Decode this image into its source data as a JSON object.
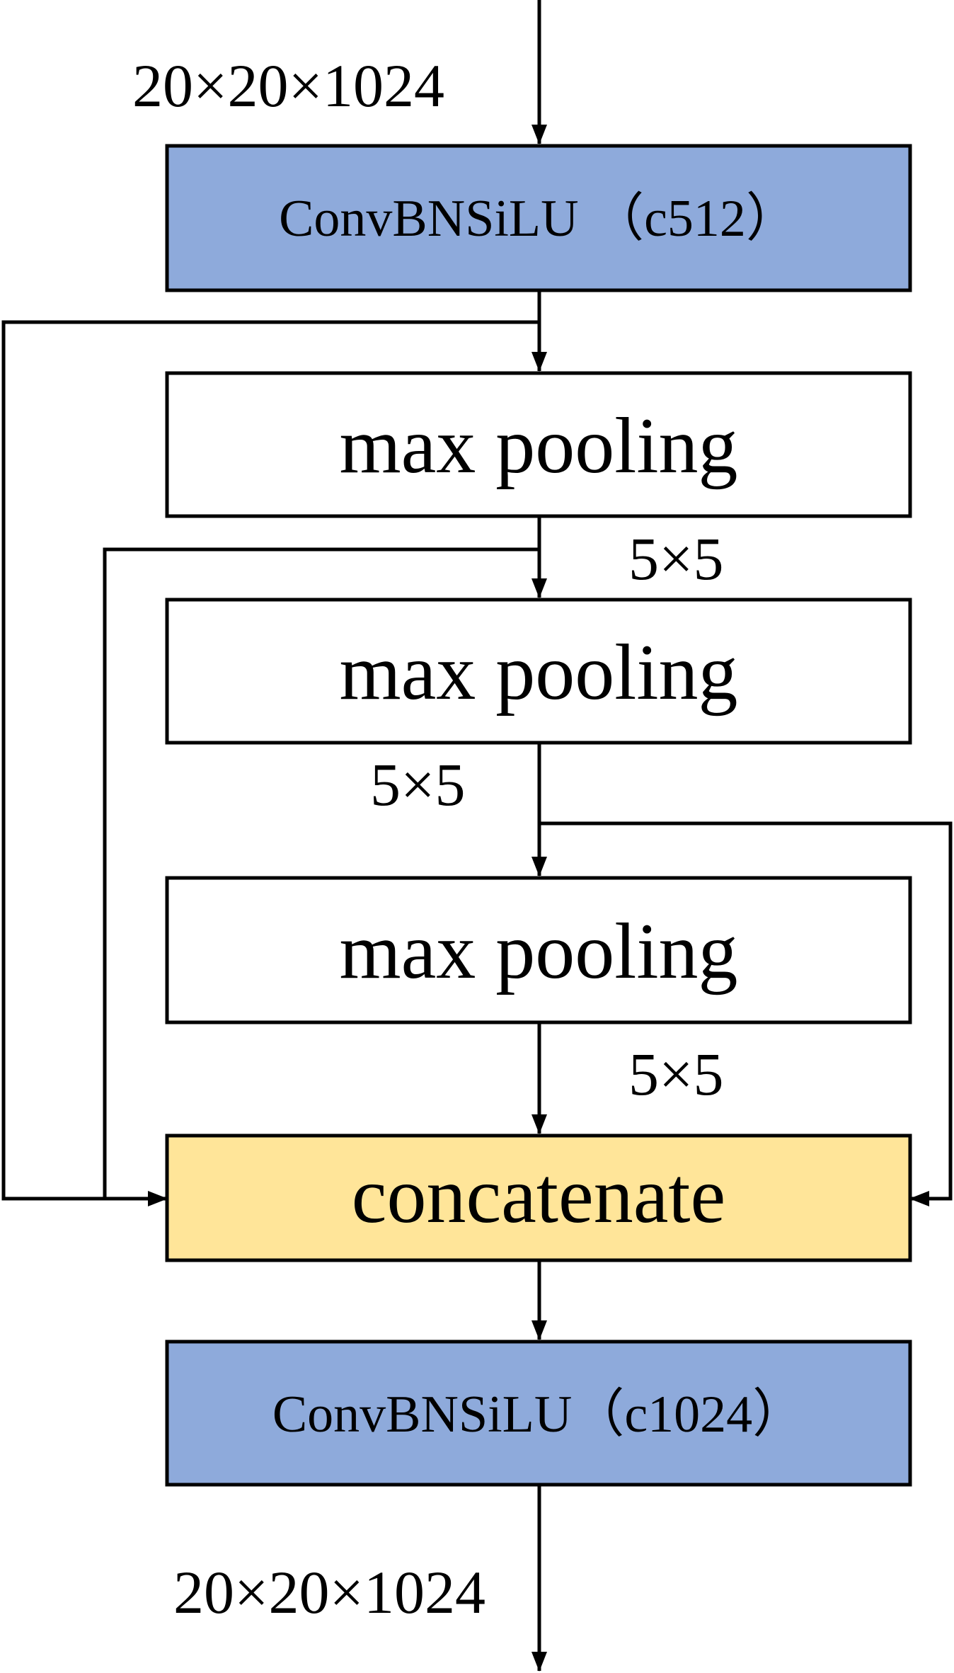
{
  "input_dims": "20×20×1024",
  "output_dims": "20×20×1024",
  "conv_in_label": "ConvBNSiLU （c512）",
  "conv_out_label": "ConvBNSiLU（c1024）",
  "pool_label": "max pooling",
  "kernel_label": "5×5",
  "concat_label": "concatenate",
  "colors": {
    "conv_fill": "#8eaadb",
    "pool_fill": "#ffffff",
    "concat_fill": "#ffe599",
    "stroke": "#000000"
  }
}
